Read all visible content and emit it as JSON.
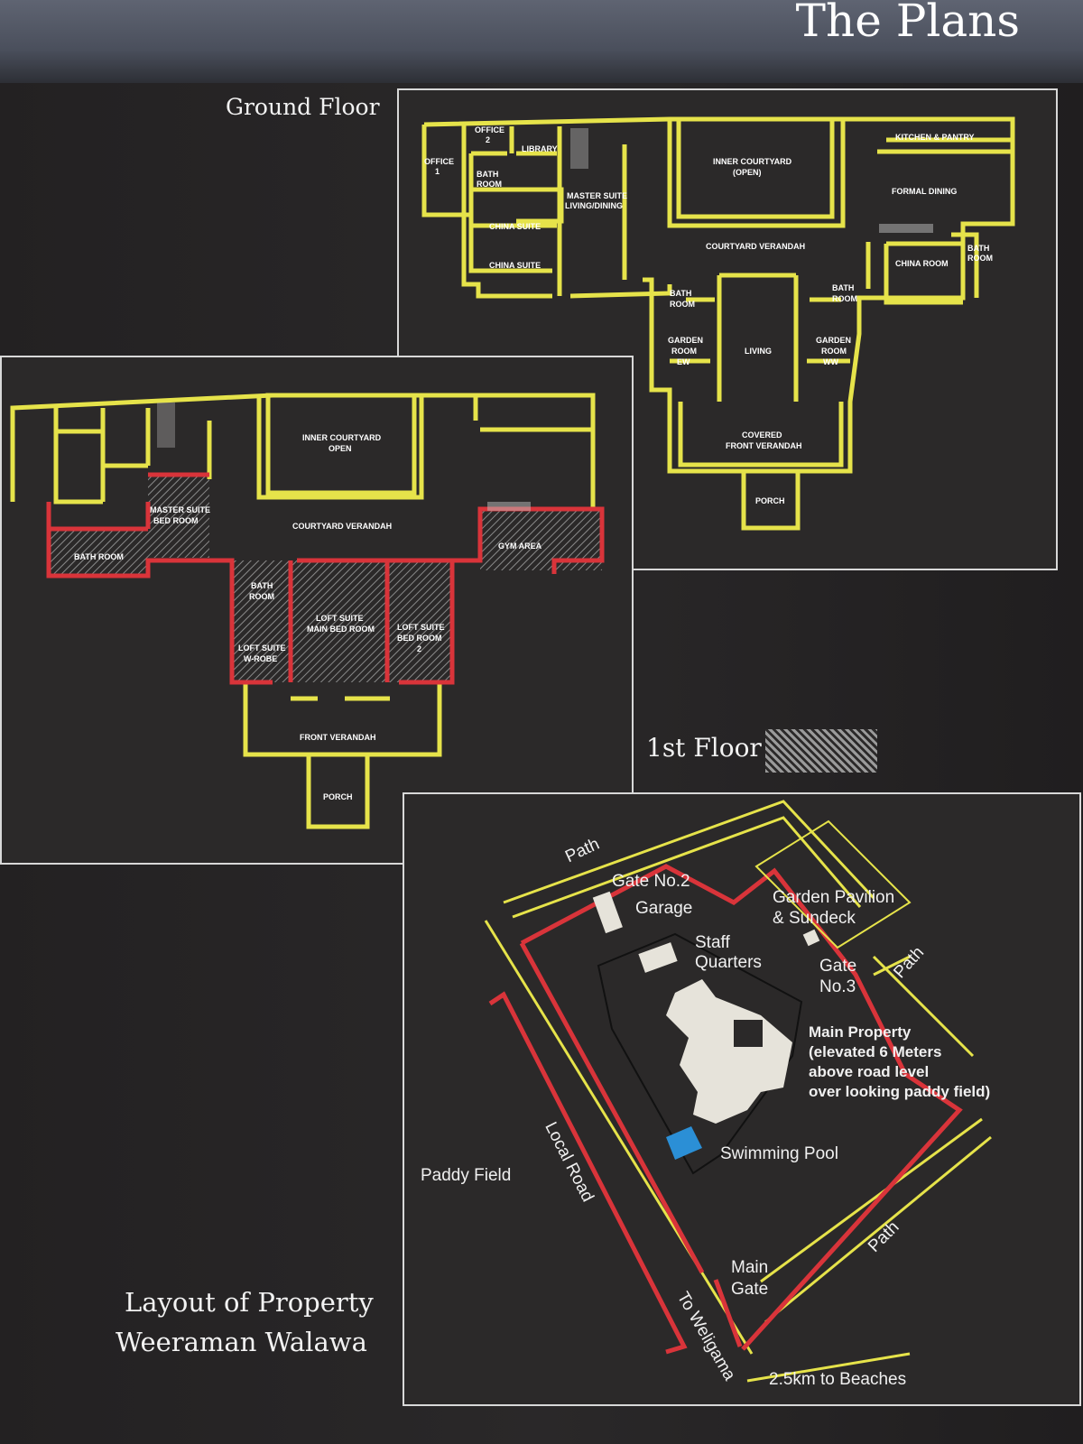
{
  "page": {
    "title": "The Plans"
  },
  "ground_floor": {
    "label": "Ground Floor",
    "rooms": {
      "office1_a": "OFFICE",
      "office1_b": "1",
      "office2_a": "OFFICE",
      "office2_b": "2",
      "library": "LIBRARY",
      "bath1_a": "BATH",
      "bath1_b": "ROOM",
      "master_a": "MASTER SUITE",
      "master_b": "LIVING/DINING",
      "china_suite1": "CHINA SUITE",
      "china_suite2": "CHINA SUITE",
      "inner_courtyard_a": "INNER COURTYARD",
      "inner_courtyard_b": "(OPEN)",
      "kitchen": "KITCHEN & PANTRY",
      "formal_dining": "FORMAL DINING",
      "courtyard_verandah": "COURTYARD VERANDAH",
      "china_room": "CHINA ROOM",
      "bath2_a": "BATH",
      "bath2_b": "ROOM",
      "bath3_a": "BATH",
      "bath3_b": "ROOM",
      "bath4_a": "BATH",
      "bath4_b": "ROOM",
      "garden_ew_a": "GARDEN",
      "garden_ew_b": "ROOM",
      "garden_ew_c": "EW",
      "living": "LIVING",
      "garden_ww_a": "GARDEN",
      "garden_ww_b": "ROOM",
      "garden_ww_c": "WW",
      "front_verandah_a": "COVERED",
      "front_verandah_b": "FRONT VERANDAH",
      "porch": "PORCH"
    }
  },
  "first_floor": {
    "label": "1st Floor",
    "rooms": {
      "inner_courtyard_a": "INNER COURTYARD",
      "inner_courtyard_b": "OPEN",
      "master_bed_a": "MASTER SUITE",
      "master_bed_b": "BED ROOM",
      "courtyard_verandah": "COURTYARD VERANDAH",
      "bath_room": "BATH ROOM",
      "gym": "GYM AREA",
      "bath_a": "BATH",
      "bath_b": "ROOM",
      "loft_main_a": "LOFT SUITE",
      "loft_main_b": "MAIN BED ROOM",
      "loft_bed2_a": "LOFT SUITE",
      "loft_bed2_b": "BED ROOM",
      "loft_bed2_c": "2",
      "loft_wrobe_a": "LOFT SUITE",
      "loft_wrobe_b": "W-ROBE",
      "front_verandah": "FRONT VERANDAH",
      "porch": "PORCH"
    }
  },
  "layout": {
    "caption_line1": "Layout of Property",
    "caption_line2": "Weeraman Walawa",
    "labels": {
      "path_top": "Path",
      "gate2": "Gate No.2",
      "garage": "Garage",
      "pavilion_a": "Garden Pavilion",
      "pavilion_b": "& Sundeck",
      "path_right": "Path",
      "staff_a": "Staff",
      "staff_b": "Quarters",
      "gate3_a": "Gate",
      "gate3_b": "No.3",
      "main_a": "Main Property",
      "main_b": "(elevated 6 Meters",
      "main_c": "above road level",
      "main_d": "over looking paddy field)",
      "local_road": "Local Road",
      "paddy": "Paddy Field",
      "pool": "Swimming Pool",
      "path_bottom": "Path",
      "main_gate_a": "Main",
      "main_gate_b": "Gate",
      "to_weligama": "To Weligama",
      "beaches": "2.5km to Beaches"
    }
  },
  "colors": {
    "wall": "#e6e34a",
    "first_floor_wall": "#d9343a",
    "pool": "#2b8fd6",
    "building": "#e6e3da"
  }
}
